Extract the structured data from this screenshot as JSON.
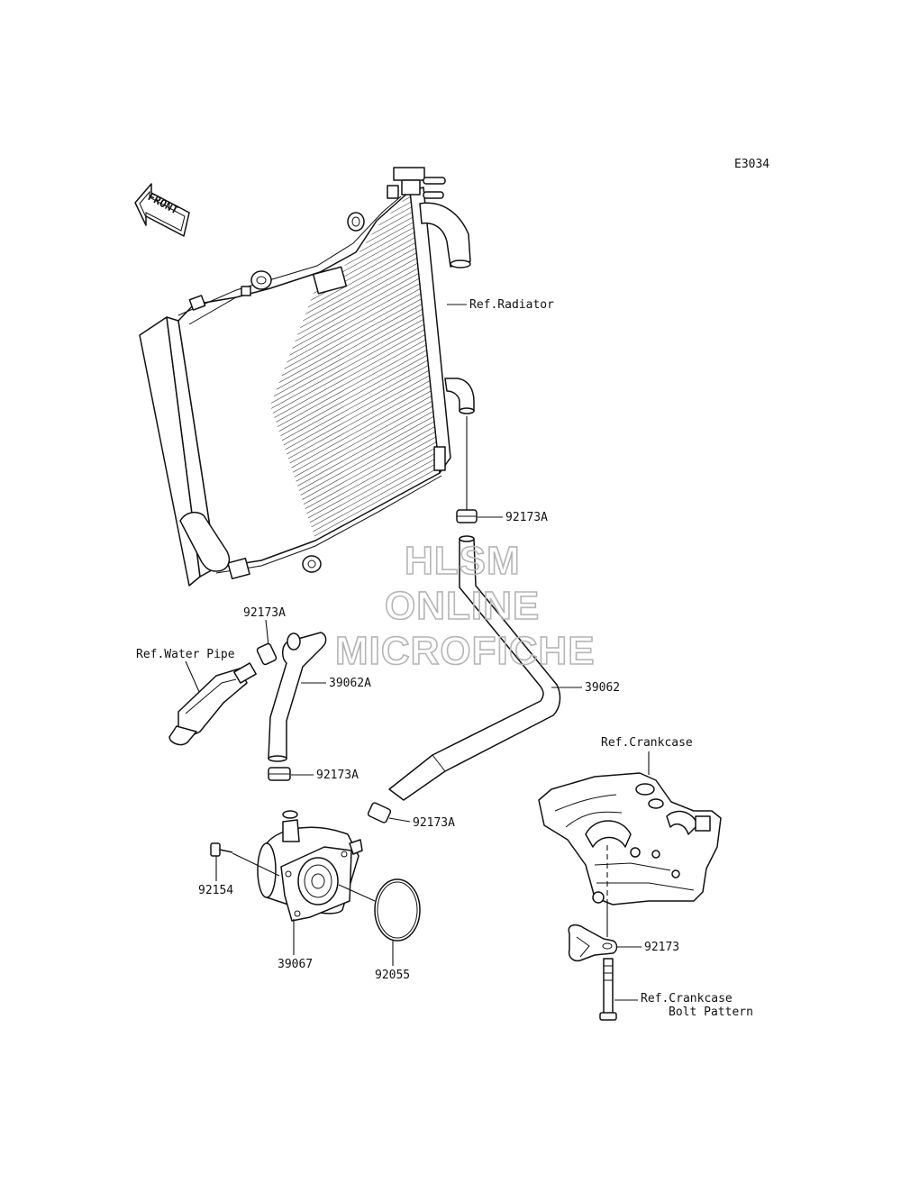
{
  "diagram_code": "E3034",
  "front_arrow_label": "FRONT",
  "watermark": [
    "HLSM",
    "ONLINE",
    "MICROFICHE"
  ],
  "labels": {
    "ref_radiator": "Ref.Radiator",
    "clamp_upper": "92173A",
    "clamp_left": "92173A",
    "ref_water_pipe": "Ref.Water Pipe",
    "hose_a": "39062A",
    "hose_main": "39062",
    "clamp_middle": "92173A",
    "clamp_right": "92173A",
    "bolt": "92154",
    "oil_cooler": "39067",
    "o_ring": "92055",
    "ref_crankcase": "Ref.Crankcase",
    "bracket": "92173",
    "ref_bolt_line1": "Ref.Crankcase",
    "ref_bolt_line2": "Bolt Pattern"
  },
  "colors": {
    "line": "#111111",
    "watermark": "#b5b5b5",
    "background": "#ffffff"
  }
}
